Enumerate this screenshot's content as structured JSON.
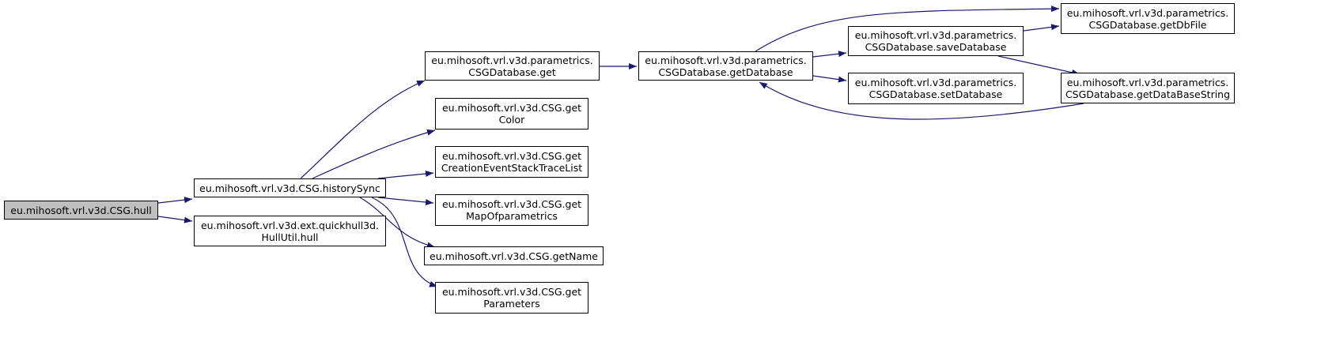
{
  "graph": {
    "edge_color": "#191970",
    "root_fill": "#bfbfbf",
    "node_border": "#000000",
    "nodes": {
      "hull": {
        "lines": [
          "eu.mihosoft.vrl.v3d.CSG.hull"
        ]
      },
      "historySync": {
        "lines": [
          "eu.mihosoft.vrl.v3d.CSG.historySync"
        ]
      },
      "hullUtil": {
        "lines": [
          "eu.mihosoft.vrl.v3d.ext.quickhull3d.",
          "HullUtil.hull"
        ]
      },
      "dbGet": {
        "lines": [
          "eu.mihosoft.vrl.v3d.parametrics.",
          "CSGDatabase.get"
        ]
      },
      "getColor": {
        "lines": [
          "eu.mihosoft.vrl.v3d.CSG.get",
          "Color"
        ]
      },
      "getCreation": {
        "lines": [
          "eu.mihosoft.vrl.v3d.CSG.get",
          "CreationEventStackTraceList"
        ]
      },
      "getMap": {
        "lines": [
          "eu.mihosoft.vrl.v3d.CSG.get",
          "MapOfparametrics"
        ]
      },
      "getName": {
        "lines": [
          "eu.mihosoft.vrl.v3d.CSG.getName"
        ]
      },
      "getParams": {
        "lines": [
          "eu.mihosoft.vrl.v3d.CSG.get",
          "Parameters"
        ]
      },
      "getDatabase": {
        "lines": [
          "eu.mihosoft.vrl.v3d.parametrics.",
          "CSGDatabase.getDatabase"
        ]
      },
      "saveDatabase": {
        "lines": [
          "eu.mihosoft.vrl.v3d.parametrics.",
          "CSGDatabase.saveDatabase"
        ]
      },
      "setDatabase": {
        "lines": [
          "eu.mihosoft.vrl.v3d.parametrics.",
          "CSGDatabase.setDatabase"
        ]
      },
      "getDbFile": {
        "lines": [
          "eu.mihosoft.vrl.v3d.parametrics.",
          "CSGDatabase.getDbFile"
        ]
      },
      "getDbString": {
        "lines": [
          "eu.mihosoft.vrl.v3d.parametrics.",
          "CSGDatabase.getDataBaseString"
        ]
      }
    },
    "edges": [
      [
        "hull",
        "historySync"
      ],
      [
        "hull",
        "hullUtil"
      ],
      [
        "historySync",
        "dbGet"
      ],
      [
        "historySync",
        "getColor"
      ],
      [
        "historySync",
        "getCreation"
      ],
      [
        "historySync",
        "getMap"
      ],
      [
        "historySync",
        "getName"
      ],
      [
        "historySync",
        "getParams"
      ],
      [
        "dbGet",
        "getDatabase"
      ],
      [
        "getDatabase",
        "getDbFile"
      ],
      [
        "getDatabase",
        "saveDatabase"
      ],
      [
        "getDatabase",
        "setDatabase"
      ],
      [
        "saveDatabase",
        "getDbFile"
      ],
      [
        "saveDatabase",
        "getDbString"
      ],
      [
        "getDbString",
        "getDatabase"
      ]
    ]
  }
}
